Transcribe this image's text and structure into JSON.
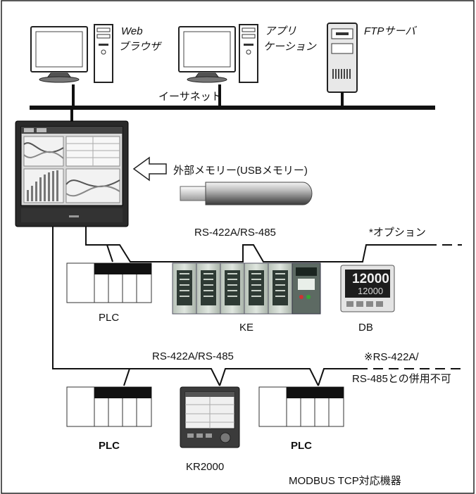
{
  "network": {
    "ethernet_label": "イーサネット"
  },
  "clients": {
    "web_browser_line1": "Web",
    "web_browser_line2": "ブラウザ",
    "application_line1": "アプリ",
    "application_line2": "ケーション",
    "ftp_server": "FTPサーバ"
  },
  "storage": {
    "external_memory": "外部メモリー(USBメモリー)"
  },
  "bus_upper": {
    "label": "RS-422A/RS-485",
    "option_note": "*オプション"
  },
  "bus_lower": {
    "label": "RS-422A/RS-485",
    "note_line1": "※RS-422A/",
    "note_line2": "RS-485との併用不可"
  },
  "devices": {
    "plc_upper": "PLC",
    "ke": "KE",
    "db": "DB",
    "db_display_top": "12000",
    "db_display_bottom": "12000",
    "plc_lower_left": "PLC",
    "kr2000": "KR2000",
    "plc_lower_right": "PLC"
  },
  "footer": {
    "modbus_note": "MODBUS TCP対応機器"
  }
}
